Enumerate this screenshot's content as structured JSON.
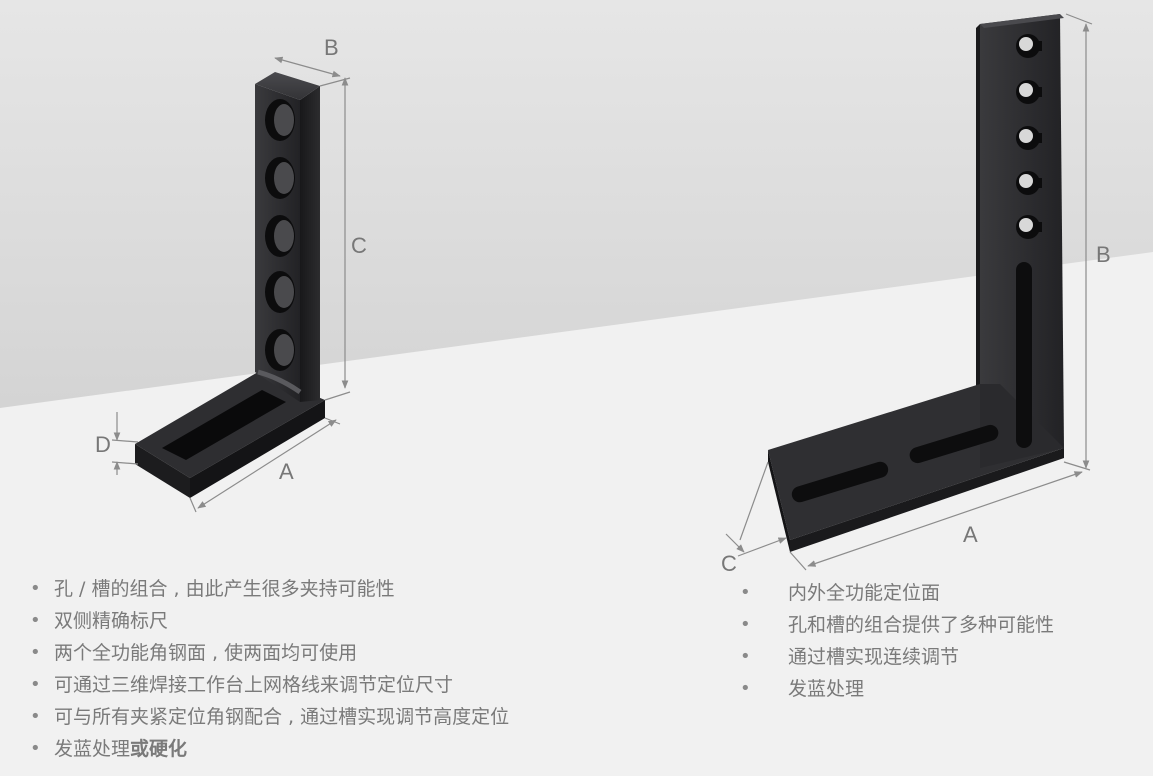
{
  "left_product": {
    "dimensions": {
      "a": "A",
      "b": "B",
      "c": "C",
      "d": "D"
    },
    "features": [
      {
        "text": "孔 / 槽的组合 , 由此产生很多夹持可能性"
      },
      {
        "text": "双侧精确标尺"
      },
      {
        "text": "两个全功能角钢面 , 使两面均可使用"
      },
      {
        "text": "可通过三维焊接工作台上网格线来调节定位尺寸"
      },
      {
        "text": "可与所有夹紧定位角钢配合 , 通过槽实现调节高度定位"
      },
      {
        "text": "发蓝处理",
        "emphasis": "或硬化"
      }
    ]
  },
  "right_product": {
    "dimensions": {
      "a": "A",
      "b": "B",
      "c": "C"
    },
    "features": [
      {
        "text": "内外全功能定位面"
      },
      {
        "text": "孔和槽的组合提供了多种可能性"
      },
      {
        "text": "通过槽实现连续调节"
      },
      {
        "text": "发蓝处理"
      }
    ]
  },
  "bullet": "•",
  "colors": {
    "background_top": "#d8d8d8",
    "background_bottom": "#f0f0f0",
    "steel": "#2a2a2c",
    "dimension_lines": "#8c8c8c"
  }
}
